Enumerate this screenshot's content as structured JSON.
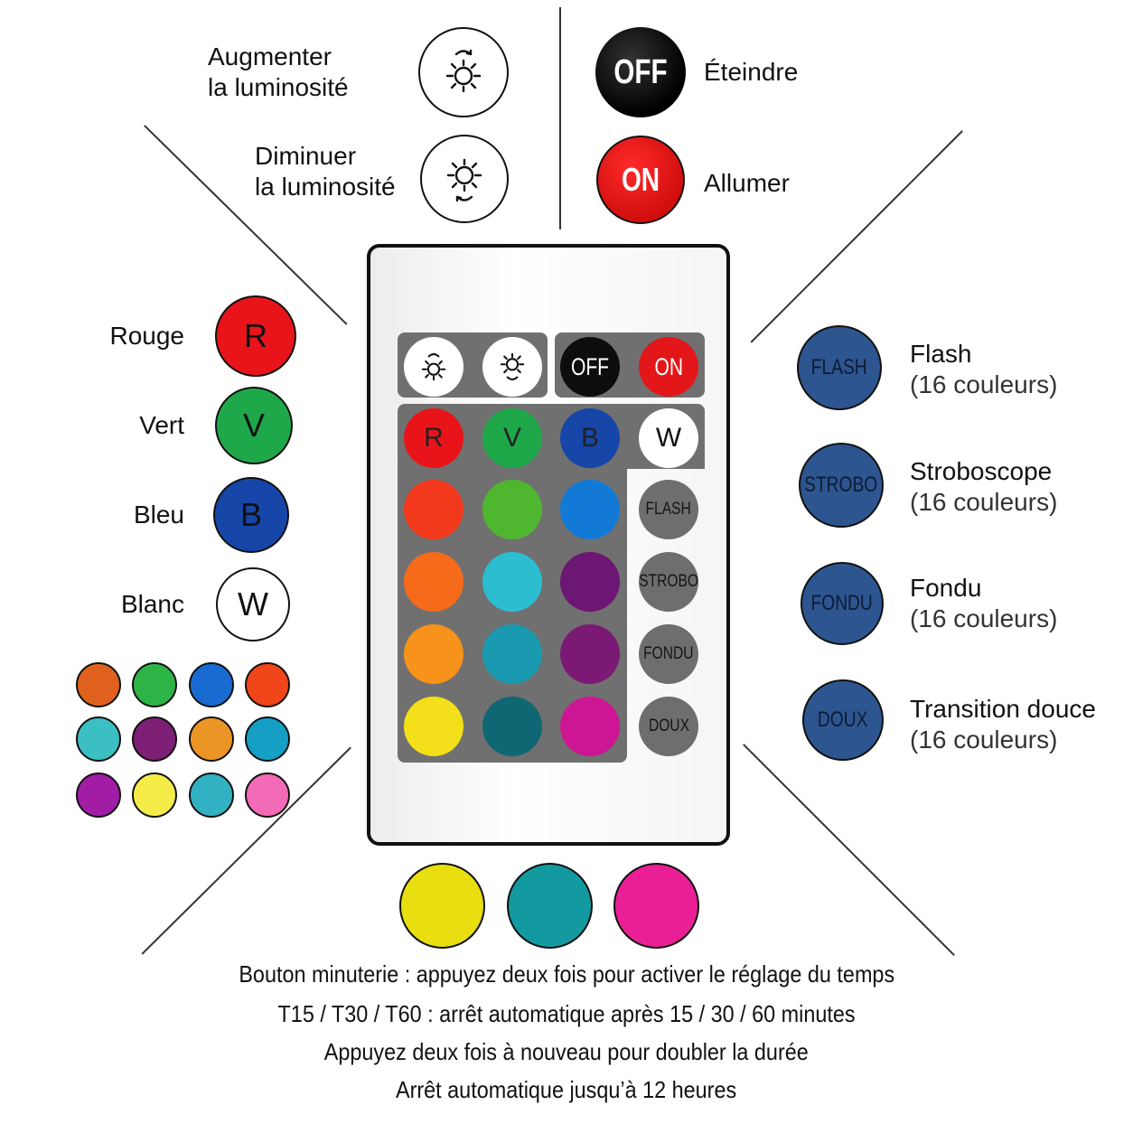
{
  "brightness": {
    "increase_label": [
      "Augmenter",
      "la luminosité"
    ],
    "decrease_label": [
      "Diminuer",
      "la luminosité"
    ]
  },
  "power": {
    "off_button": "OFF",
    "off_label": "Éteindre",
    "on_button": "ON",
    "on_label": "Allumer"
  },
  "basic_colors": [
    {
      "label": "Rouge",
      "letter": "R",
      "color": "#e8141a"
    },
    {
      "label": "Vert",
      "letter": "V",
      "color": "#1fa84a"
    },
    {
      "label": "Bleu",
      "letter": "B",
      "color": "#1646a8"
    },
    {
      "label": "Blanc",
      "letter": "W",
      "color": "#ffffff"
    }
  ],
  "modes": [
    {
      "button": "FLASH",
      "title": "Flash",
      "subtitle": "(16 couleurs)"
    },
    {
      "button": "STROBO",
      "title": "Stroboscope",
      "subtitle": "(16 couleurs)"
    },
    {
      "button": "FONDU",
      "title": "Fondu",
      "subtitle": "(16 couleurs)"
    },
    {
      "button": "DOUX",
      "title": "Transition douce",
      "subtitle": "(16 couleurs)"
    }
  ],
  "mode_button_color": "#2d558f",
  "palette_colors": [
    "#e0611d",
    "#2db446",
    "#1a6bd1",
    "#f1461a",
    "#3bbfc3",
    "#7d1f74",
    "#ea9526",
    "#159fc4",
    "#a11da6",
    "#f5ec48",
    "#32b1c2",
    "#f36ab6"
  ],
  "remote_color_grid": [
    "#f2391b",
    "#4fb630",
    "#127ad6",
    "#f66b1a",
    "#2cbed0",
    "#6c1773",
    "#f7921a",
    "#1a9ab0",
    "#7a1a74",
    "#f3e01a",
    "#0f6773",
    "#cc1694"
  ],
  "timer_buttons": [
    "#e8de10",
    "#139aa0",
    "#ea1f96"
  ],
  "timer_text": [
    "Bouton minuterie : appuyez deux fois pour activer le réglage du temps",
    "T15 / T30 / T60 : arrêt automatique après 15 / 30 / 60 minutes",
    "Appuyez deux fois à nouveau pour doubler la durée",
    "Arrêt automatique jusqu’à 12 heures"
  ]
}
